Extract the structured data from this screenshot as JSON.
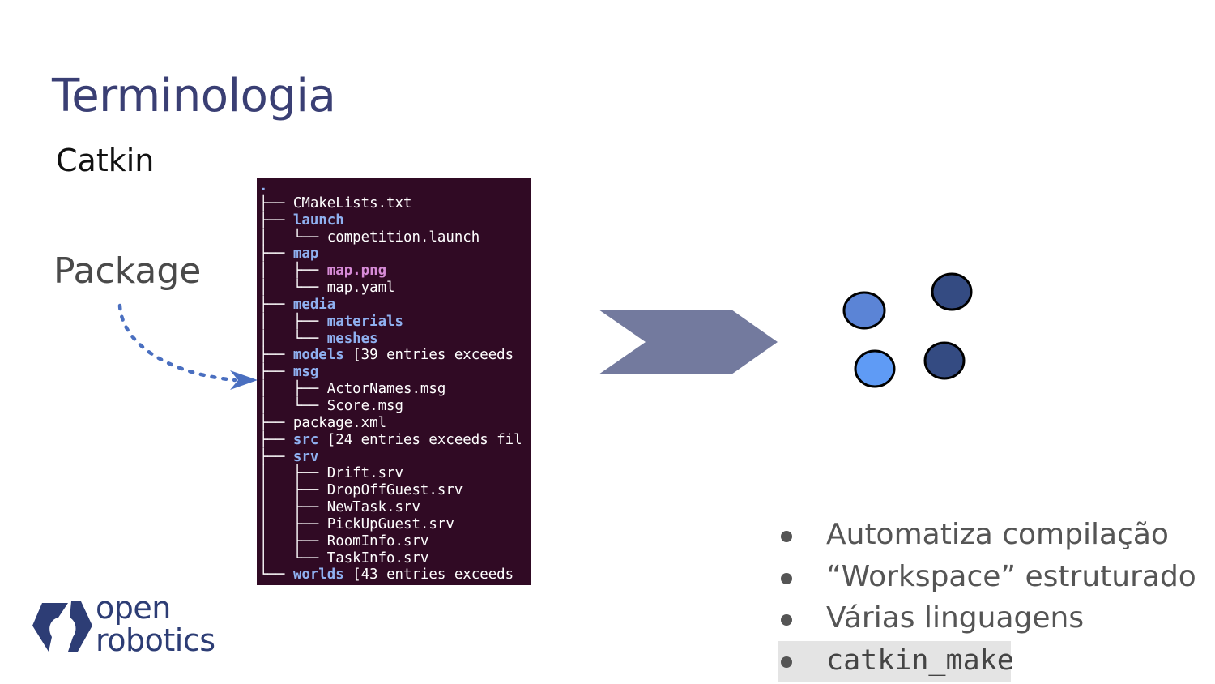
{
  "slide": {
    "title": "Terminologia",
    "subtitle": "Catkin",
    "package_label": "Package"
  },
  "terminal": {
    "tree": [
      {
        "prefix": "",
        "name": ".",
        "type": "dot"
      },
      {
        "prefix": "├── ",
        "name": "CMakeLists.txt",
        "type": "file"
      },
      {
        "prefix": "├── ",
        "name": "launch",
        "type": "dir"
      },
      {
        "prefix": "│   └── ",
        "name": "competition.launch",
        "type": "file"
      },
      {
        "prefix": "├── ",
        "name": "map",
        "type": "dir"
      },
      {
        "prefix": "│   ├── ",
        "name": "map.png",
        "type": "image"
      },
      {
        "prefix": "│   └── ",
        "name": "map.yaml",
        "type": "file"
      },
      {
        "prefix": "├── ",
        "name": "media",
        "type": "dir"
      },
      {
        "prefix": "│   ├── ",
        "name": "materials",
        "type": "dir"
      },
      {
        "prefix": "│   └── ",
        "name": "meshes",
        "type": "dir"
      },
      {
        "prefix": "├── ",
        "name": "models",
        "type": "dir",
        "suffix": " [39 entries exceeds"
      },
      {
        "prefix": "├── ",
        "name": "msg",
        "type": "dir"
      },
      {
        "prefix": "│   ├── ",
        "name": "ActorNames.msg",
        "type": "file"
      },
      {
        "prefix": "│   └── ",
        "name": "Score.msg",
        "type": "file"
      },
      {
        "prefix": "├── ",
        "name": "package.xml",
        "type": "file"
      },
      {
        "prefix": "├── ",
        "name": "src",
        "type": "dir",
        "suffix": " [24 entries exceeds fil"
      },
      {
        "prefix": "├── ",
        "name": "srv",
        "type": "dir"
      },
      {
        "prefix": "│   ├── ",
        "name": "Drift.srv",
        "type": "file"
      },
      {
        "prefix": "│   ├── ",
        "name": "DropOffGuest.srv",
        "type": "file"
      },
      {
        "prefix": "│   ├── ",
        "name": "NewTask.srv",
        "type": "file"
      },
      {
        "prefix": "│   ├── ",
        "name": "PickUpGuest.srv",
        "type": "file"
      },
      {
        "prefix": "│   ├── ",
        "name": "RoomInfo.srv",
        "type": "file"
      },
      {
        "prefix": "│   └── ",
        "name": "TaskInfo.srv",
        "type": "file"
      },
      {
        "prefix": "└── ",
        "name": "worlds",
        "type": "dir",
        "suffix": " [43 entries exceeds"
      }
    ]
  },
  "bullets": [
    {
      "text": "Automatiza compilação",
      "code": false
    },
    {
      "text": "“Workspace” estruturado",
      "code": false
    },
    {
      "text": "Várias linguagens",
      "code": false
    },
    {
      "text": "catkin_make",
      "code": true
    }
  ],
  "logo": {
    "line1": "open",
    "line2": "robotics"
  },
  "colors": {
    "title": "#3a3f74",
    "terminal_bg": "#300a24",
    "directory": "#8fb0f0",
    "image_file": "#d78bd7",
    "arrow_shape": "#737a9e",
    "dotted_arrow": "#4a6fc0",
    "node_light": "#5b84d6",
    "node_lighter": "#5f9bf5",
    "node_dark": "#344b82",
    "logo": "#2d3d75"
  },
  "icons": {
    "dotted_arrow": "curved-dotted-arrow-icon",
    "chevron": "chevron-arrow-icon",
    "logo_mark": "open-robotics-logo-icon"
  }
}
